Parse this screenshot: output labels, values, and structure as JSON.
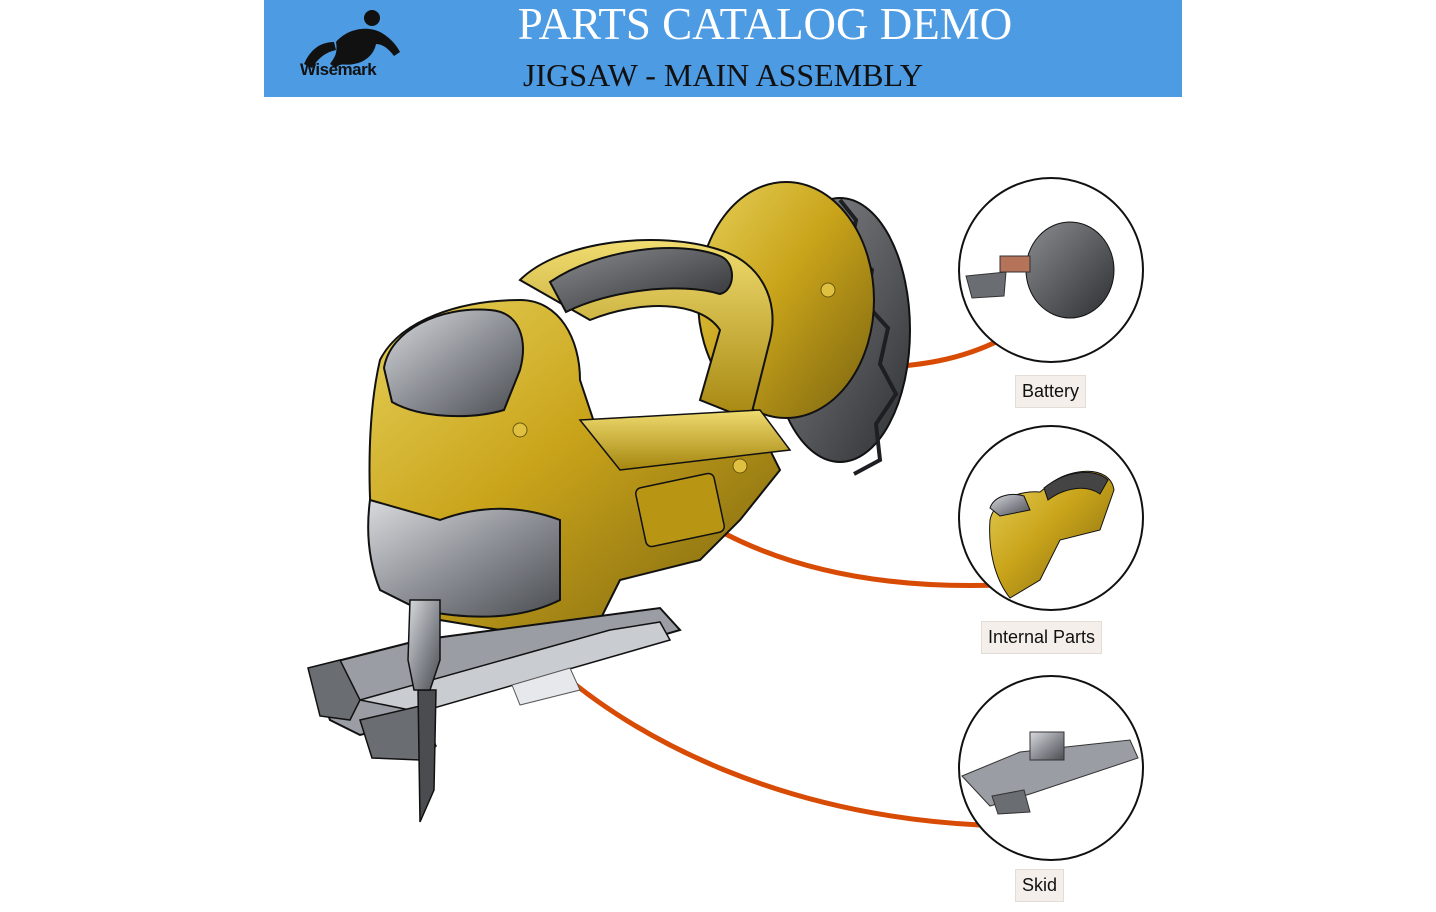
{
  "header": {
    "title": "PARTS CATALOG DEMO",
    "subtitle": "JIGSAW - MAIN ASSEMBLY",
    "logo_text": "Wisemark",
    "banner_color": "#4d9be3"
  },
  "callouts": [
    {
      "label": "Battery",
      "icon": "battery-thumbnail"
    },
    {
      "label": "Internal Parts",
      "icon": "internal-parts-thumbnail"
    },
    {
      "label": "Skid",
      "icon": "skid-thumbnail"
    }
  ],
  "colors": {
    "body_gold": "#c9a41a",
    "grip_gray": "#5c5e62",
    "leader_orange": "#d84b05"
  }
}
